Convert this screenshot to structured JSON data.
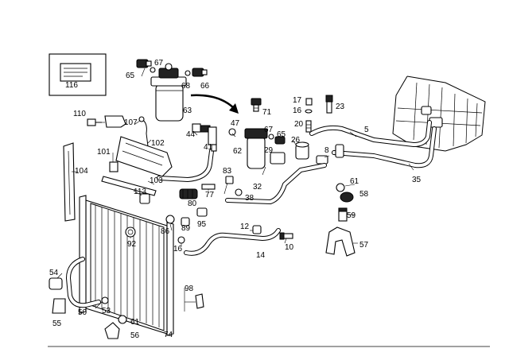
{
  "callouts": [
    {
      "id": "116",
      "text": "116"
    },
    {
      "id": "67a",
      "text": "67"
    },
    {
      "id": "65a",
      "text": "65"
    },
    {
      "id": "68",
      "text": "68"
    },
    {
      "id": "66",
      "text": "66"
    },
    {
      "id": "63",
      "text": "63"
    },
    {
      "id": "110",
      "text": "110"
    },
    {
      "id": "107",
      "text": "107"
    },
    {
      "id": "102",
      "text": "102"
    },
    {
      "id": "101",
      "text": "101"
    },
    {
      "id": "104",
      "text": "104"
    },
    {
      "id": "103",
      "text": "103"
    },
    {
      "id": "113",
      "text": "113"
    },
    {
      "id": "44",
      "text": "44"
    },
    {
      "id": "41",
      "text": "41"
    },
    {
      "id": "47",
      "text": "47"
    },
    {
      "id": "71",
      "text": "71"
    },
    {
      "id": "62",
      "text": "62"
    },
    {
      "id": "67b",
      "text": "67"
    },
    {
      "id": "65b",
      "text": "65"
    },
    {
      "id": "29",
      "text": "29"
    },
    {
      "id": "17",
      "text": "17"
    },
    {
      "id": "16a",
      "text": "16"
    },
    {
      "id": "23",
      "text": "23"
    },
    {
      "id": "20",
      "text": "20"
    },
    {
      "id": "5",
      "text": "5"
    },
    {
      "id": "26",
      "text": "26"
    },
    {
      "id": "8",
      "text": "8"
    },
    {
      "id": "83",
      "text": "83"
    },
    {
      "id": "32",
      "text": "32"
    },
    {
      "id": "38",
      "text": "38"
    },
    {
      "id": "77",
      "text": "77"
    },
    {
      "id": "80",
      "text": "80"
    },
    {
      "id": "95",
      "text": "95"
    },
    {
      "id": "86",
      "text": "86"
    },
    {
      "id": "89",
      "text": "89"
    },
    {
      "id": "16b",
      "text": "16"
    },
    {
      "id": "92",
      "text": "92"
    },
    {
      "id": "12",
      "text": "12"
    },
    {
      "id": "14",
      "text": "14"
    },
    {
      "id": "10",
      "text": "10"
    },
    {
      "id": "35",
      "text": "35"
    },
    {
      "id": "61a",
      "text": "61"
    },
    {
      "id": "58",
      "text": "58"
    },
    {
      "id": "59",
      "text": "59"
    },
    {
      "id": "57",
      "text": "57"
    },
    {
      "id": "54",
      "text": "54"
    },
    {
      "id": "55",
      "text": "55"
    },
    {
      "id": "50",
      "text": "50"
    },
    {
      "id": "53",
      "text": "53"
    },
    {
      "id": "61b",
      "text": "61"
    },
    {
      "id": "56",
      "text": "56"
    },
    {
      "id": "74",
      "text": "74"
    },
    {
      "id": "98",
      "text": "98"
    }
  ]
}
